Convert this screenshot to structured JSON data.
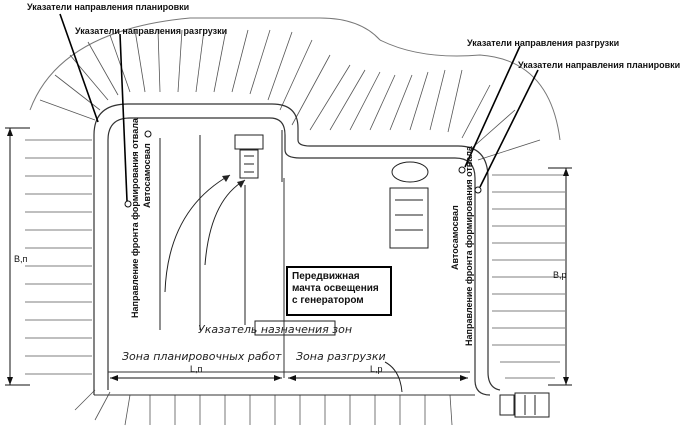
{
  "labels": {
    "top_left_planning": "Указатели направления планировки",
    "top_left_unloading": "Указатели направления разгрузки",
    "top_right_unloading": "Указатели направления разгрузки",
    "top_right_planning": "Указатели направления планировки",
    "dump_truck_left": "Автосамосвал",
    "dump_truck_right": "Автосамосвал",
    "front_dir_left": "Направление фронта формирования отвала",
    "front_dir_right": "Направление фронта формирования отвала",
    "zone_indicator": "Указатель назначения зон",
    "zone_planning": "Зона планировочных работ",
    "zone_unloading": "Зона разгрузки",
    "mast": "Передвижная мачта освещения с генератором"
  },
  "dimensions": {
    "b_left": "B,п",
    "b_right": "B,р",
    "l_left": "L,п",
    "l_right": "L,р"
  }
}
